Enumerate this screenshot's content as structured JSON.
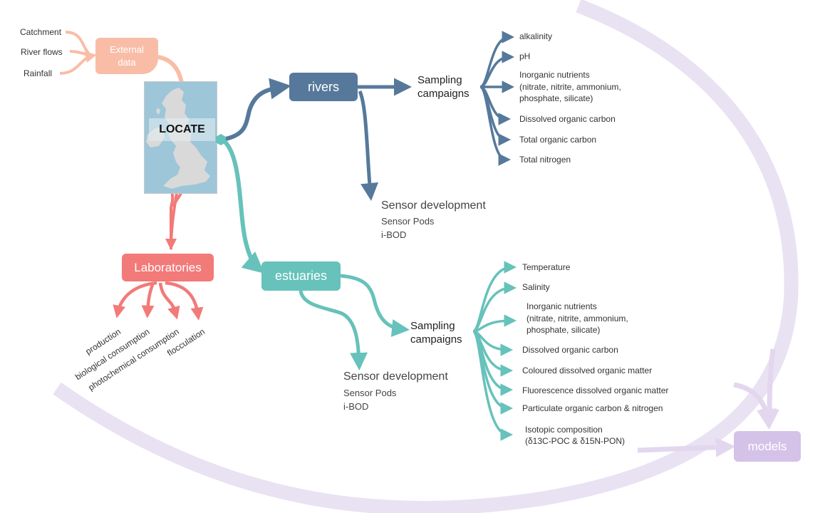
{
  "colors": {
    "rivers": "#56799b",
    "estuaries": "#66c2ba",
    "laboratories": "#f27a78",
    "external_data": "#f9bda7",
    "models": "#d5c2e8",
    "cycle_arc": "#e8e2f3",
    "map_sea": "#9dc6d8",
    "map_land": "#d9d9d9"
  },
  "external_inputs": [
    "Catchment",
    "River flows",
    "Rainfall"
  ],
  "external_data": {
    "line1": "External",
    "line2": "data"
  },
  "central": {
    "label": "LOCATE"
  },
  "rivers": {
    "label": "rivers",
    "sampling": {
      "line1": "Sampling",
      "line2": "campaigns"
    },
    "parameters": [
      "alkalinity",
      "pH",
      "Inorganic nutrients",
      "(nitrate, nitrite, ammonium,",
      "phosphate, silicate)",
      "Dissolved organic carbon",
      "Total organic carbon",
      "Total nitrogen"
    ],
    "sensor": {
      "title": "Sensor development",
      "items": [
        "Sensor Pods",
        "i-BOD"
      ]
    }
  },
  "estuaries": {
    "label": "estuaries",
    "sampling": {
      "line1": "Sampling",
      "line2": "campaigns"
    },
    "parameters": [
      "Temperature",
      "Salinity",
      "Inorganic nutrients",
      "(nitrate, nitrite, ammonium,",
      "phosphate, silicate)",
      "Dissolved organic carbon",
      "Coloured dissolved organic matter",
      "Fluorescence dissolved organic matter",
      "Particulate organic carbon & nitrogen",
      "Isotopic composition",
      "(δ13C-POC & δ15N-PON)"
    ],
    "sensor": {
      "title": "Sensor development",
      "items": [
        "Sensor Pods",
        "i-BOD"
      ]
    }
  },
  "laboratories": {
    "label": "Laboratories",
    "processes": [
      "production",
      "biological consumption",
      "photochemical consumption",
      "flocculation"
    ]
  },
  "models": {
    "label": "models"
  }
}
